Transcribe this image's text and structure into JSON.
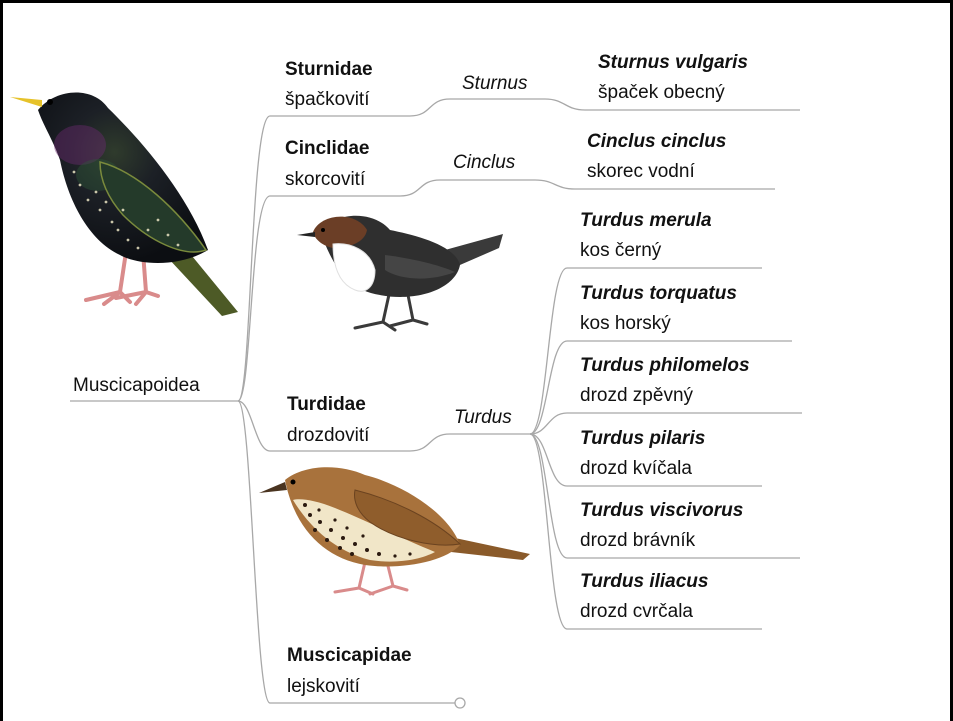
{
  "root": {
    "label": "Muscicapoidea"
  },
  "families": [
    {
      "id": "sturnidae",
      "latin": "Sturnidae",
      "czech": "špačkovití"
    },
    {
      "id": "cinclidae",
      "latin": "Cinclidae",
      "czech": "skorcovití"
    },
    {
      "id": "turdidae",
      "latin": "Turdidae",
      "czech": "drozdovití"
    },
    {
      "id": "muscicapidae",
      "latin": "Muscicapidae",
      "czech": "lejskovití"
    }
  ],
  "genera": [
    {
      "id": "sturnus",
      "label": "Sturnus"
    },
    {
      "id": "cinclus",
      "label": "Cinclus"
    },
    {
      "id": "turdus",
      "label": "Turdus"
    }
  ],
  "species": [
    {
      "latin": "Sturnus vulgaris",
      "czech": "špaček obecný"
    },
    {
      "latin": "Cinclus cinclus",
      "czech": "skorec vodní"
    },
    {
      "latin": "Turdus merula",
      "czech": "kos černý"
    },
    {
      "latin": "Turdus torquatus",
      "czech": "kos horský"
    },
    {
      "latin": "Turdus philomelos",
      "czech": "drozd zpěvný"
    },
    {
      "latin": "Turdus pilaris",
      "czech": "drozd kvíčala"
    },
    {
      "latin": "Turdus viscivorus",
      "czech": "drozd brávník"
    },
    {
      "latin": "Turdus iliacus",
      "czech": "drozd cvrčala"
    }
  ],
  "colors": {
    "connector": "#a8a8a8",
    "frame": "#000000"
  },
  "illustrations": [
    {
      "name": "starling-illustration",
      "subject": "Sturnus vulgaris"
    },
    {
      "name": "dipper-illustration",
      "subject": "Cinclus cinclus"
    },
    {
      "name": "thrush-illustration",
      "subject": "Turdus philomelos"
    }
  ]
}
